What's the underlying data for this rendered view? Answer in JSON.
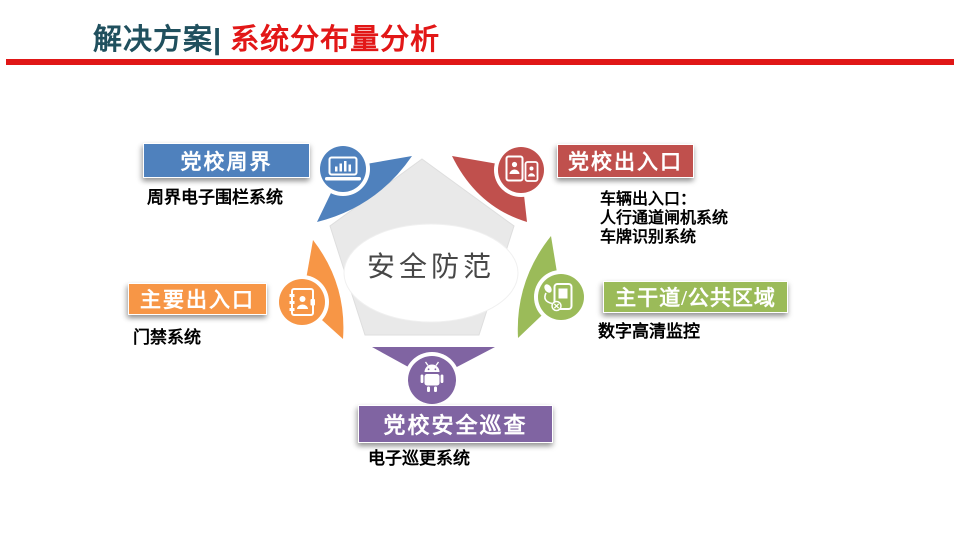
{
  "slide": {
    "title": {
      "part1": "解决方案|",
      "part2": "系统分布量分析"
    },
    "title_colors": {
      "part1": "#20505E",
      "part2": "#E21717"
    },
    "rule_color": "#E01717"
  },
  "center": {
    "label": "安全防范",
    "shape": "pentagon",
    "fill": "#E9E9E9"
  },
  "nodes": [
    {
      "id": "party-school-perimeter",
      "label": "党校周界",
      "color": "#4F81BD",
      "icon": "laptop-chart-icon",
      "description_lines": [
        "周界电子围栏系统"
      ]
    },
    {
      "id": "party-school-gate",
      "label": "党校出入口",
      "color": "#C0504D",
      "icon": "id-badge-icon",
      "description_lines": [
        "车辆出入口：",
        "人行通道闸机系统",
        "车牌识别系统"
      ]
    },
    {
      "id": "main-road-public-area",
      "label": "主干道/公共区域",
      "color": "#9BBB59",
      "icon": "intercom-icon",
      "description_lines": [
        "数字高清监控"
      ]
    },
    {
      "id": "main-gate",
      "label": "主要出入口",
      "color": "#F79646",
      "icon": "contact-book-icon",
      "description_lines": [
        "门禁系统"
      ]
    },
    {
      "id": "security-patrol",
      "label": "党校安全巡查",
      "color": "#8064A2",
      "icon": "android-robot-icon",
      "description_lines": [
        "电子巡更系统"
      ]
    }
  ]
}
